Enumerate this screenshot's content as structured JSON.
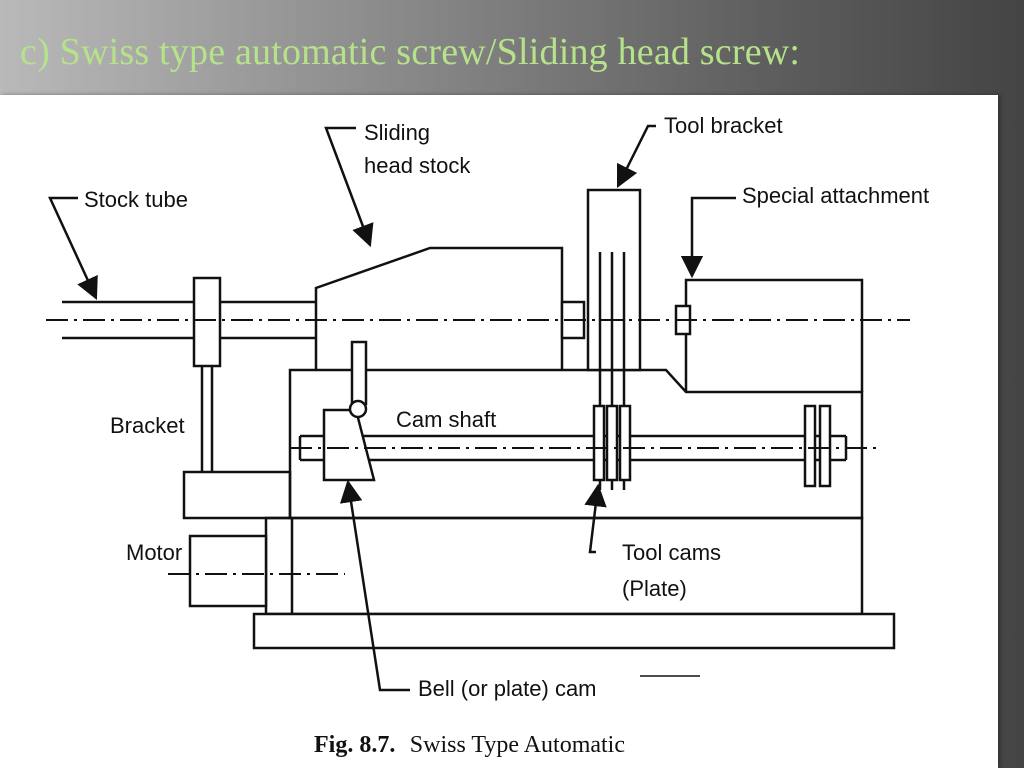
{
  "slide": {
    "title": "c) Swiss type automatic screw/Sliding head screw:",
    "title_color": "#b6e28a"
  },
  "diagram": {
    "labels": {
      "sliding_line1": "Sliding",
      "sliding_line2": "head stock",
      "tool_bracket": "Tool bracket",
      "stock_tube": "Stock tube",
      "special_attachment": "Special attachment",
      "bracket": "Bracket",
      "cam_shaft": "Cam shaft",
      "motor": "Motor",
      "tool_cams_line1": "Tool cams",
      "tool_cams_line2": "(Plate)",
      "bell_cam": "Bell (or plate) cam"
    },
    "caption": {
      "fig_number": "Fig. 8.7.",
      "fig_title": "Swiss Type Automatic"
    }
  }
}
